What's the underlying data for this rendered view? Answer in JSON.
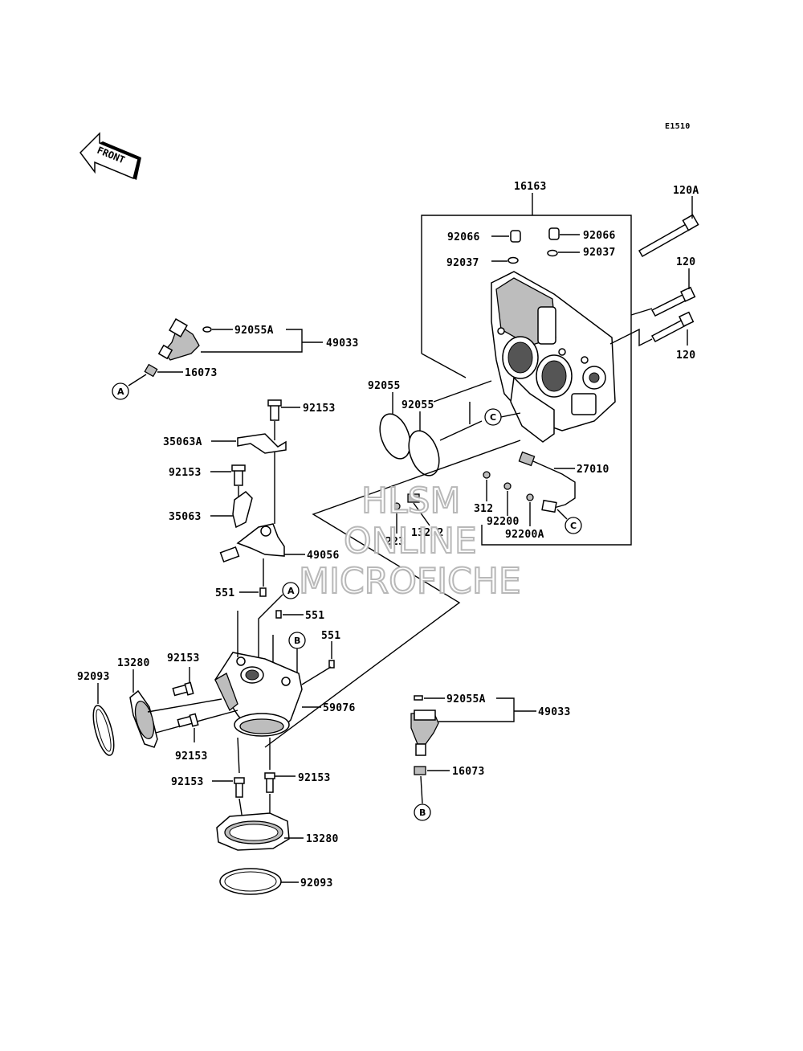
{
  "diagram": {
    "code": "E1510",
    "front_label": "FRONT",
    "watermark": [
      "HLSM",
      "ONLINE",
      "MICROFICHE"
    ],
    "callouts": [
      "A",
      "B",
      "C"
    ],
    "labels": {
      "p16163": "16163",
      "p120A": "120A",
      "p120_top": "120",
      "p120_bot": "120",
      "p92066_l": "92066",
      "p92066_r": "92066",
      "p92037_l": "92037",
      "p92037_r": "92037",
      "p92055A_top": "92055A",
      "p49033_top": "49033",
      "p16073_top": "16073",
      "p92055_a": "92055",
      "p92055_b": "92055",
      "p92153_a": "92153",
      "p35063A": "35063A",
      "p92153_b": "92153",
      "p35063": "35063",
      "p49056": "49056",
      "p27010": "27010",
      "p312": "312",
      "p92200": "92200",
      "p92200A": "92200A",
      "p223": "223",
      "p13272": "13272",
      "p551_a": "551",
      "p551_b": "551",
      "p551_c": "551",
      "p92093_l": "92093",
      "p13280_l": "13280",
      "p92153_c": "92153",
      "p92153_d": "92153",
      "p59076": "59076",
      "p92055A_bot": "92055A",
      "p49033_bot": "49033",
      "p16073_bot": "16073",
      "p92153_e": "92153",
      "p92153_f": "92153",
      "p13280_b": "13280",
      "p92093_b": "92093"
    }
  }
}
